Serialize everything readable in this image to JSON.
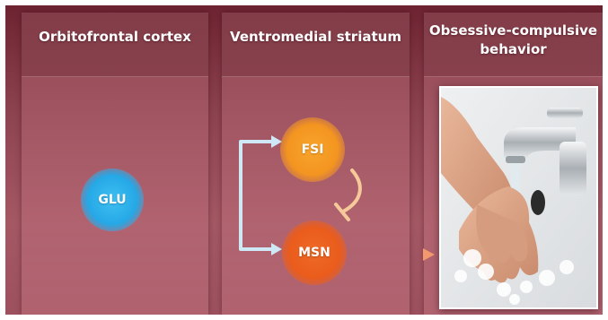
{
  "panels": [
    {
      "title": "Orbitofrontal cortex"
    },
    {
      "title": "Ventromedial striatum"
    },
    {
      "title_line1": "Obsessive-compulsive",
      "title_line2": "behavior"
    }
  ],
  "nodes": {
    "glu": "GLU",
    "fsi": "FSI",
    "msn": "MSN"
  },
  "colors": {
    "background": "#8e4350",
    "glu": "#25a8e6",
    "fsi": "#f39520",
    "msn": "#ea5c1c",
    "excitatory_arrow": "#cfe8f5",
    "inhibitory_arrow": "#f6c99a",
    "output_arrow": "#f2a27a"
  },
  "photo": {
    "depicts": "hands-washing-icon"
  }
}
